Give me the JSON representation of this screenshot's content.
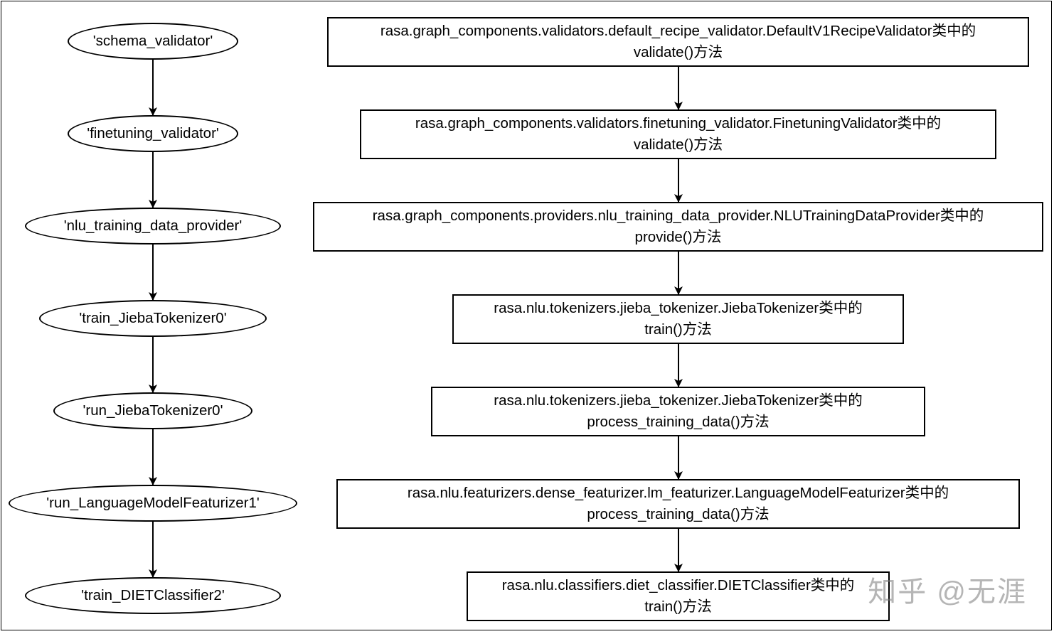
{
  "left_nodes": [
    "'schema_validator'",
    "'finetuning_validator'",
    "'nlu_training_data_provider'",
    "'train_JiebaTokenizer0'",
    "'run_JiebaTokenizer0'",
    "'run_LanguageModelFeaturizer1'",
    "'train_DIETClassifier2'"
  ],
  "right_nodes": [
    {
      "line1": "rasa.graph_components.validators.default_recipe_validator.DefaultV1RecipeValidator类中的",
      "line2": "validate()方法"
    },
    {
      "line1": "rasa.graph_components.validators.finetuning_validator.FinetuningValidator类中的",
      "line2": "validate()方法"
    },
    {
      "line1": "rasa.graph_components.providers.nlu_training_data_provider.NLUTrainingDataProvider类中的",
      "line2": "provide()方法"
    },
    {
      "line1": "rasa.nlu.tokenizers.jieba_tokenizer.JiebaTokenizer类中的",
      "line2": "train()方法"
    },
    {
      "line1": "rasa.nlu.tokenizers.jieba_tokenizer.JiebaTokenizer类中的",
      "line2": "process_training_data()方法"
    },
    {
      "line1": "rasa.nlu.featurizers.dense_featurizer.lm_featurizer.LanguageModelFeaturizer类中的",
      "line2": "process_training_data()方法"
    },
    {
      "line1": "rasa.nlu.classifiers.diet_classifier.DIETClassifier类中的",
      "line2": "train()方法"
    }
  ],
  "watermark": "知乎 @无涯"
}
